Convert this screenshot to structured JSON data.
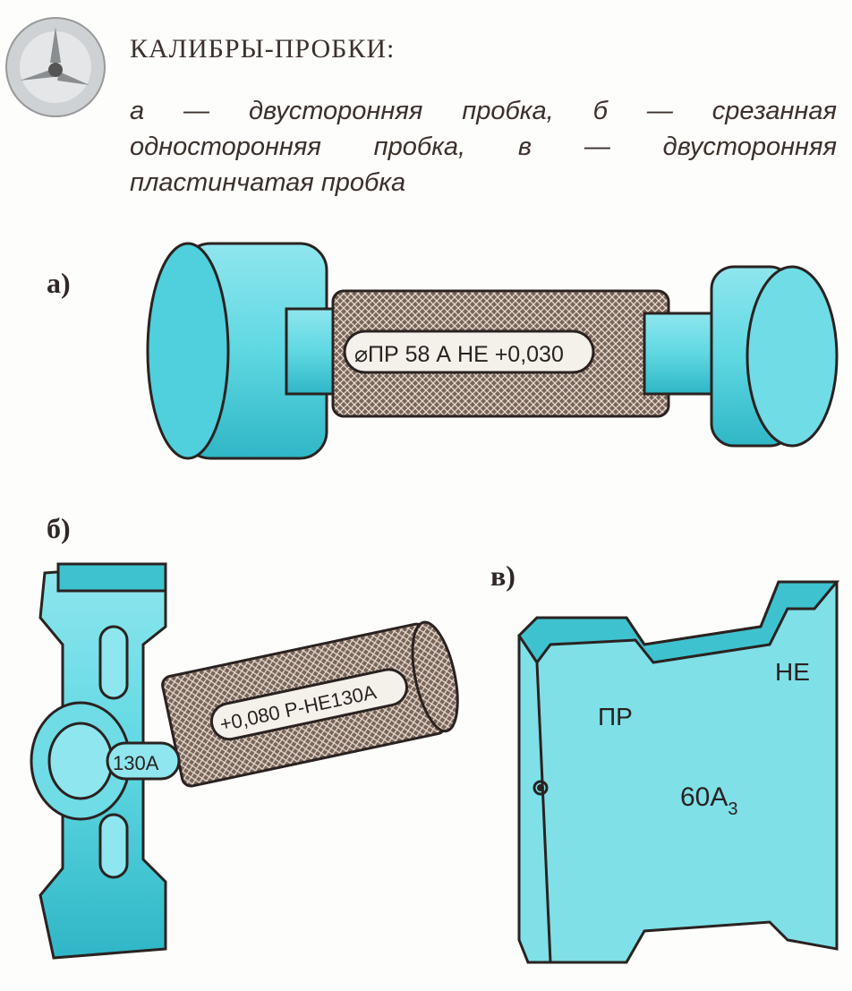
{
  "header": {
    "title": "КАЛИБРЫ-ПРОБКИ:",
    "caption": "а — двусторонняя пробка, б — срезанная односторонняя пробка, в — двусторонняя пластинчатая пробка"
  },
  "figures": {
    "a": {
      "label": "а)",
      "marking": "⌀ПР 58 А  НЕ +0,030"
    },
    "b": {
      "label": "б)",
      "marking": "+0,080 Р-НЕ130А",
      "boss_marking": "130А"
    },
    "v": {
      "label": "в)",
      "go_mark": "ПР",
      "nogo_mark": "НЕ",
      "size_mark": "60А",
      "size_sub": "3"
    }
  },
  "colors": {
    "steel": "#5fd8e2",
    "steel_dark": "#2fb6c6",
    "knurl": "#6e5a50"
  }
}
